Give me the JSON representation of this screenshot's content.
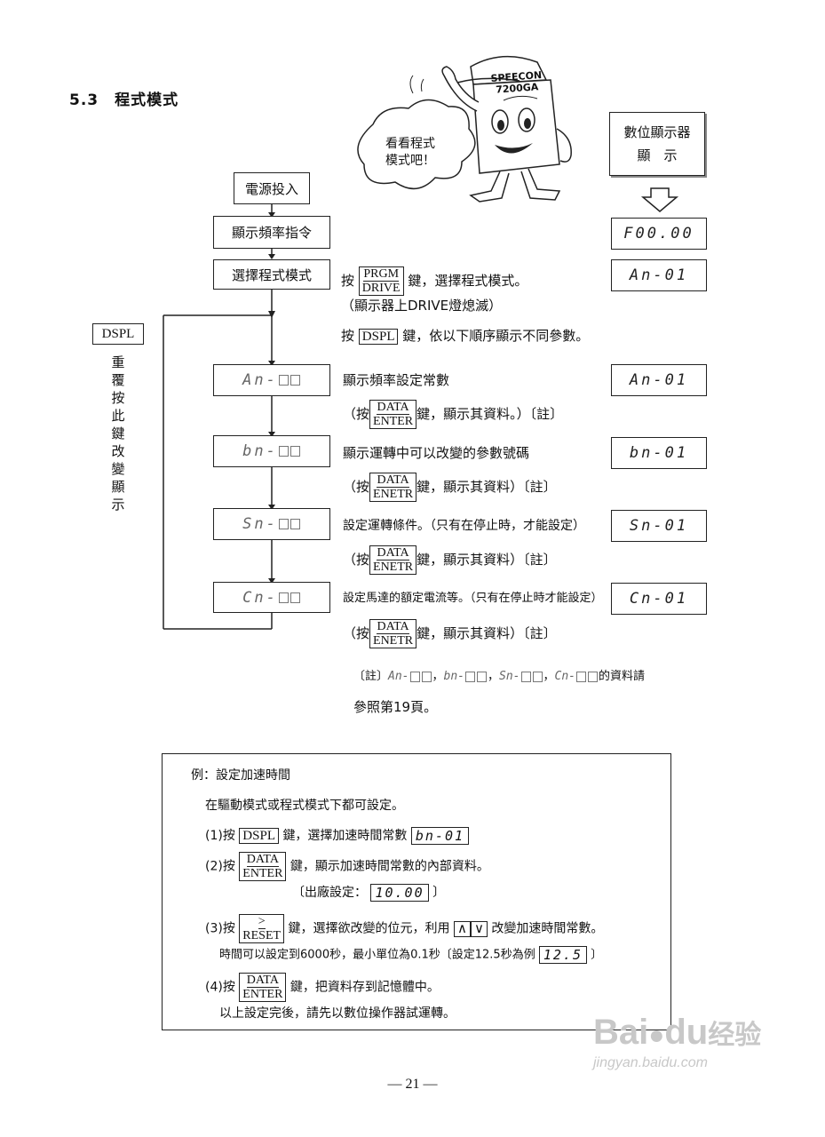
{
  "heading": "5.3　程式模式",
  "bubble": {
    "line1": "看看程式",
    "line2": "模式吧！"
  },
  "mascot": {
    "line1": "SPEECON",
    "line2": "7200GA"
  },
  "display_title": {
    "line1": "數位顯示器",
    "line2": "顯　示"
  },
  "flow": {
    "power_on": "電源投入",
    "show_freq": "顯示頻率指令",
    "select_prog": "選擇程式模式",
    "an": "An-",
    "bn": "bn-",
    "sn": "Sn-",
    "cn": "Cn-"
  },
  "displays": {
    "freq": "F00.00",
    "prog": "An-01",
    "an": "An-01",
    "bn": "bn-01",
    "sn": "Sn-01",
    "cn": "Cn-01"
  },
  "loop": {
    "key": "DSPL",
    "chars": [
      "重",
      "覆",
      "按",
      "此",
      "鍵",
      "改",
      "變",
      "顯",
      "示"
    ]
  },
  "keys": {
    "prgm": "PRGM",
    "drive": "DRIVE",
    "dspl": "DSPL",
    "data": "DATA",
    "enter": "ENTER",
    "enetr": "ENETR",
    "reset": "RESET",
    "shift": ">",
    "up": "∧",
    "down": "∨"
  },
  "desc": {
    "prog_pre": "按",
    "prog_post": "鍵，選擇程式模式。",
    "prog_note": "（顯示器上DRIVE燈熄滅）",
    "dspl_pre": "按",
    "dspl_post": "鍵，依以下順序顯示不同參數。",
    "an_1": "顯示頻率設定常數",
    "an_2_pre": "（按",
    "an_2_post": "鍵，顯示其資料。）〔註〕",
    "bn_1": "顯示運轉中可以改變的參數號碼",
    "bn_2_pre": "（按",
    "bn_2_post": "鍵，顯示其資料）〔註〕",
    "sn_1": "設定運轉條件。（只有在停止時，才能設定）",
    "sn_2_pre": "（按",
    "sn_2_post": "鍵，顯示其資料）〔註〕",
    "cn_1": "設定馬達的額定電流等。（只有在停止時才能設定）",
    "cn_2_pre": "（按",
    "cn_2_post": "鍵，顯示其資料）〔註〕"
  },
  "footnote": {
    "prefix": "〔註〕",
    "an": "An-",
    "bn": "bn-",
    "sn": "Sn-",
    "cn": "Cn-",
    "sep": "，",
    "suffix": "的資料請",
    "line2": "參照第19頁。"
  },
  "example": {
    "title": "例：設定加速時間",
    "intro": "在驅動模式或程式模式下都可設定。",
    "s1_pre": "(1)按",
    "s1_mid": "鍵，選擇加速時間常數",
    "s1_seg": "bn-01",
    "s2_pre": "(2)按",
    "s2_post": "鍵，顯示加速時間常數的內部資料。",
    "factory_pre": "〔出廠設定：",
    "factory_seg": "10.00",
    "factory_post": "〕",
    "s3_pre": "(3)按",
    "s3_mid": "鍵，選擇欲改變的位元，利用",
    "s3_post": "改變加速時間常數。",
    "time_pre": "時間可以設定到6000秒，最小單位為0.1秒〔設定12.5秒為例",
    "time_seg": "12.5",
    "time_post": "〕",
    "s4_pre": "(4)按",
    "s4_post": "鍵，把資料存到記憶體中。",
    "final": "以上設定完後，請先以數位操作器試運轉。"
  },
  "page_number": "— 21 —",
  "watermark": {
    "brand": "Bai",
    "brand2": "du",
    "cn": "经验",
    "url": "jingyan.baidu.com"
  }
}
